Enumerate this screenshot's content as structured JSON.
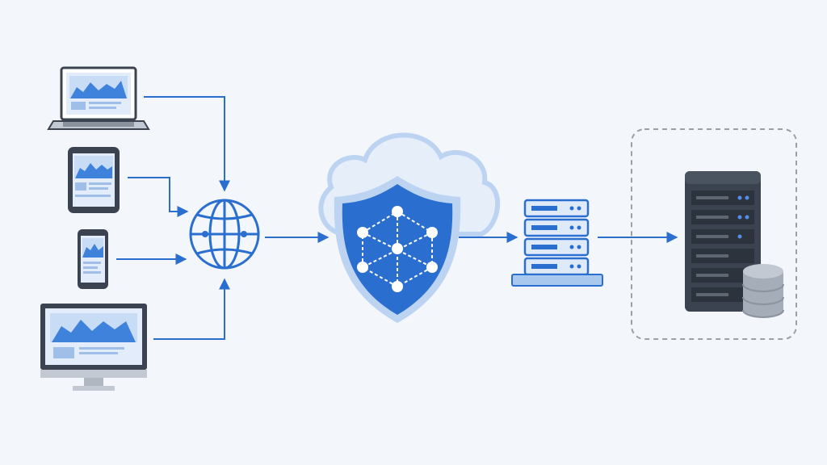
{
  "diagram": {
    "nodes": [
      {
        "id": "laptop",
        "icon": "laptop-icon"
      },
      {
        "id": "tablet",
        "icon": "tablet-icon"
      },
      {
        "id": "smartphone",
        "icon": "smartphone-icon"
      },
      {
        "id": "desktop-monitor",
        "icon": "desktop-monitor-icon"
      },
      {
        "id": "internet",
        "icon": "globe-icon"
      },
      {
        "id": "cloud-security",
        "icon": "cloud-shield-network-icon"
      },
      {
        "id": "server-rack",
        "icon": "server-rack-icon"
      },
      {
        "id": "data-center",
        "icon": "server-tower-database-icon"
      }
    ],
    "connections": [
      {
        "from": "laptop",
        "to": "internet"
      },
      {
        "from": "tablet",
        "to": "internet"
      },
      {
        "from": "smartphone",
        "to": "internet"
      },
      {
        "from": "desktop-monitor",
        "to": "internet"
      },
      {
        "from": "internet",
        "to": "cloud-security"
      },
      {
        "from": "cloud-security",
        "to": "server-rack"
      },
      {
        "from": "server-rack",
        "to": "data-center"
      }
    ]
  },
  "colors": {
    "background": "#f3f6fa",
    "accent": "#2a6fcf",
    "accent_light": "#a9c8ee",
    "dark": "#3b4350",
    "device_screen": "#dfeaf9",
    "boundary": "#9aa0a8"
  }
}
